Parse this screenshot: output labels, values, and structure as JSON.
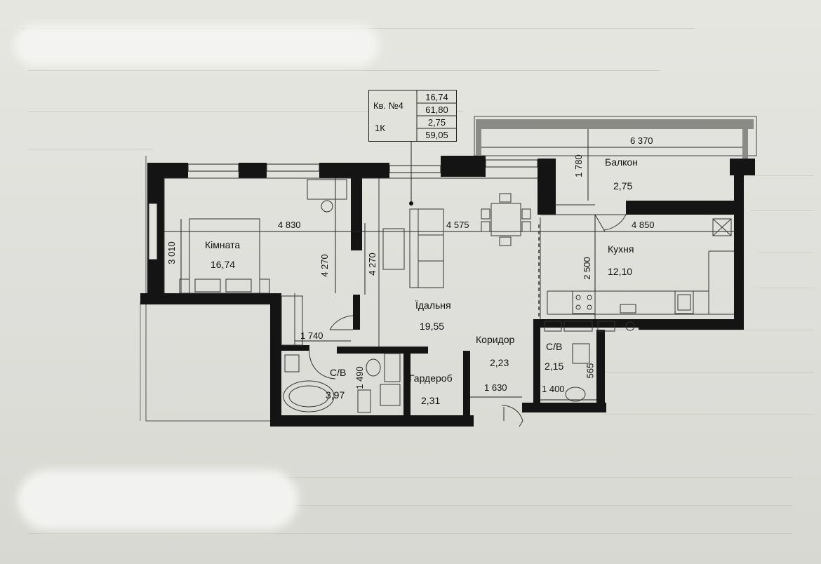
{
  "info_box": {
    "apartment": "Кв. №4",
    "type": "1К",
    "values": [
      "16,74",
      "61,80",
      "2,75",
      "59,05"
    ]
  },
  "rooms": {
    "room": {
      "name": "Кімната",
      "area": "16,74"
    },
    "dining": {
      "name": "Їдальня",
      "area": "19,55"
    },
    "kitchen": {
      "name": "Кухня",
      "area": "12,10"
    },
    "balcony": {
      "name": "Балкон",
      "area": "2,75"
    },
    "corridor": {
      "name": "Коридор",
      "area": "2,23"
    },
    "wardrobe": {
      "name": "Гардероб",
      "area": "2,31"
    },
    "bath1": {
      "name": "С/В",
      "area": "3,97"
    },
    "bath2": {
      "name": "С/В",
      "area": "2,15"
    }
  },
  "dimensions": {
    "d_6370": "6 370",
    "d_1780": "1 780",
    "d_4830": "4 830",
    "d_4575": "4 575",
    "d_4850": "4 850",
    "d_3010": "3 010",
    "d_4270a": "4 270",
    "d_4270b": "4 270",
    "d_2500": "2 500",
    "d_1740": "1 740",
    "d_1490": "1 490",
    "d_1630": "1 630",
    "d_1400": "1 400",
    "d_565": "565"
  },
  "colors": {
    "wall": "#141414",
    "paper": "#e3e3de",
    "line": "#333333"
  }
}
